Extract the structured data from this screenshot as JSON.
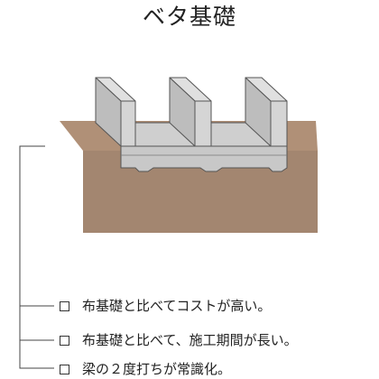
{
  "title": "ベタ基礎",
  "points": [
    {
      "text": "布基礎と比べてコストが高い。"
    },
    {
      "text": "布基礎と比べて、施工期間が長い。"
    },
    {
      "text": "梁の２度打ちが常識化。"
    }
  ],
  "colors": {
    "soil_top": "#b09077",
    "soil_front": "#a38670",
    "concrete_light": "#d7d7d7",
    "concrete_mid": "#c4c4c4",
    "concrete_dark": "#a9a9a9",
    "outline": "#555555",
    "text": "#222222"
  },
  "icons": [
    "checkbox-icon"
  ]
}
